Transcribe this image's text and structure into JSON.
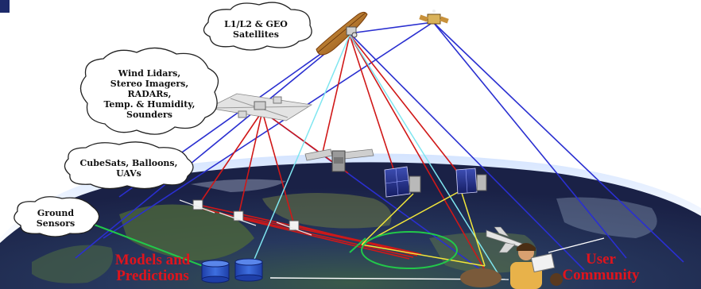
{
  "labels": {
    "geo": [
      "L1/L2 & GEO",
      "Satellites"
    ],
    "leo": [
      "Wind Lidars,",
      "Stereo Imagers,",
      "RADARs,",
      "Temp. & Humidity,",
      "Sounders"
    ],
    "small": [
      "CubeSats, Balloons,",
      "UAVs"
    ],
    "ground": [
      "Ground",
      "Sensors"
    ],
    "models": [
      "Models and",
      "Predictions"
    ],
    "users": [
      "User",
      "Community"
    ]
  },
  "icons": [
    "geo-satellite-icon",
    "geo-satellite-2-icon",
    "space-station-icon",
    "leo-satellite-icon",
    "solar-panel-satellite-icon",
    "ground-station-icon",
    "database-icon",
    "aircraft-icon",
    "person-icon"
  ],
  "colors": {
    "link_blue": "#2a2fd0",
    "link_red": "#d01818",
    "link_cyan": "#7fe6f0",
    "link_yellow": "#f2e63a",
    "link_green": "#22c84a",
    "label_red": "#e0141c",
    "earth_dark": "#1f2a52"
  }
}
